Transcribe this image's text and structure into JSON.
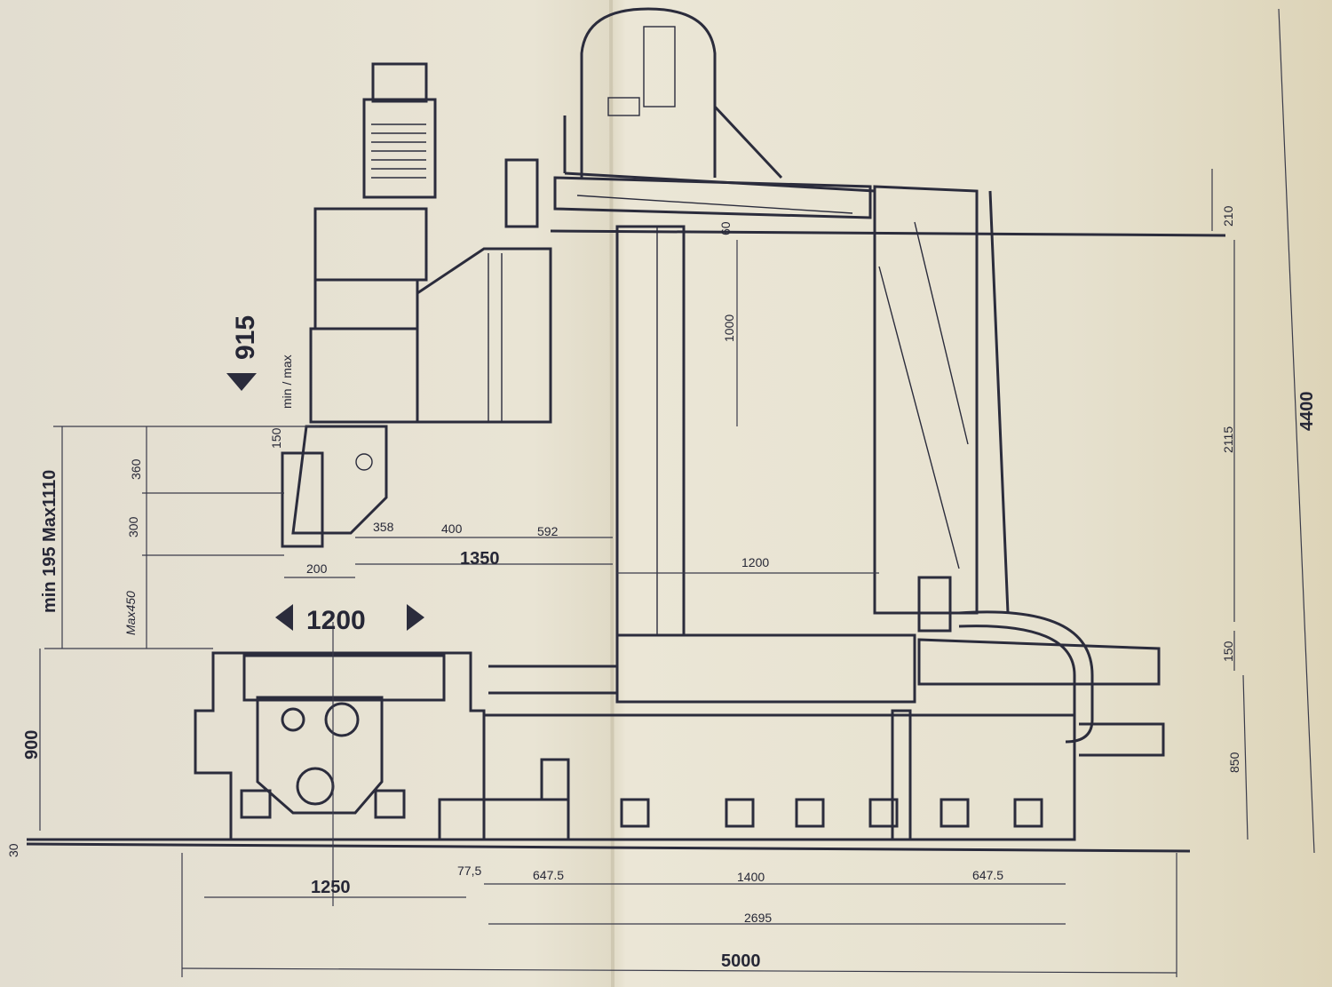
{
  "drawing": {
    "title_dims": {
      "head_travel": "915",
      "table_travel": "1200",
      "head_offset": "150",
      "head_offset_note": "min / max"
    },
    "left_vertical": {
      "d360": "360",
      "d300": "300",
      "max450": "Max450",
      "min195_max1110": "min 195   Max1110",
      "d200": "200"
    },
    "horizontal_upper": {
      "d358": "358",
      "d400": "400",
      "d592": "592",
      "d1350": "1350",
      "d1200": "1200"
    },
    "column": {
      "d60": "60",
      "d1000": "1000"
    },
    "right_vertical": {
      "d210": "210",
      "d2115": "2115",
      "d4400": "4400",
      "d150": "150",
      "d850": "850"
    },
    "left_base": {
      "d900": "900",
      "d30": "30"
    },
    "bottom": {
      "d1250": "1250",
      "d77_5": "77,5",
      "d647_5_a": "647.5",
      "d1400": "1400",
      "d647_5_b": "647.5",
      "d2695": "2695",
      "d5000": "5000"
    }
  }
}
